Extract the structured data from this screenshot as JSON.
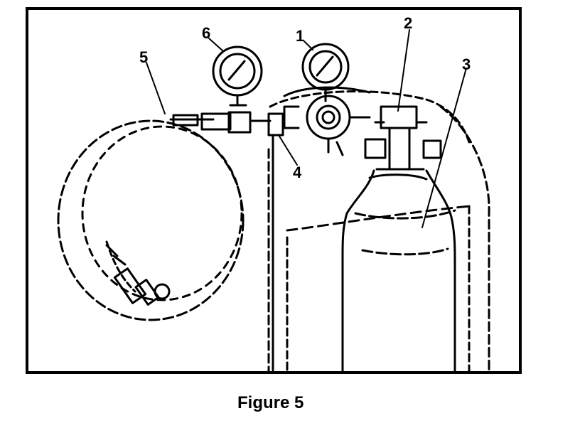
{
  "figure": {
    "caption": "Figure 5",
    "callouts": {
      "c1": "1",
      "c2": "2",
      "c3": "3",
      "c4": "4",
      "c5": "5",
      "c6": "6"
    }
  },
  "colors": {
    "ink": "#000000",
    "paper": "#ffffff"
  }
}
